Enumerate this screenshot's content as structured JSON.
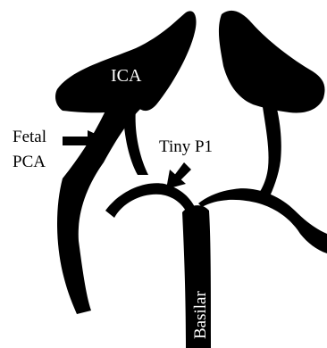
{
  "labels": {
    "ica": "ICA",
    "fetal_pca": [
      "Fetal",
      "PCA"
    ],
    "tiny_p1": "Tiny P1",
    "basilar": "Basilar"
  },
  "colors": {
    "vessel": "#000000",
    "background": "#ffffff",
    "on_vessel_text": "#ffffff",
    "label_text": "#000000"
  },
  "icons": {
    "arrow_fetal_pca": "right-arrow",
    "arrow_tiny_p1": "down-left-arrow"
  }
}
